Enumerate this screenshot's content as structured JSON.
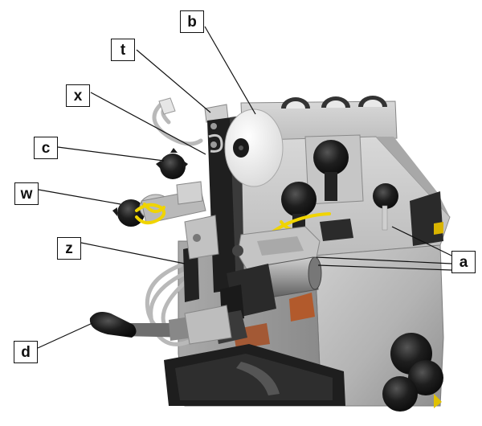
{
  "figure": {
    "subject": "machine-photo",
    "colors": {
      "background": "#ffffff",
      "machine_body": "#b7b7b7",
      "knob": "#1a1a1a",
      "rope": "#f0d400",
      "wheel": "#f4f4f4",
      "copper": "#b25a2c"
    }
  },
  "callouts": [
    {
      "id": "b",
      "text": "b"
    },
    {
      "id": "t",
      "text": "t"
    },
    {
      "id": "x",
      "text": "x"
    },
    {
      "id": "c",
      "text": "c"
    },
    {
      "id": "w",
      "text": "w"
    },
    {
      "id": "z",
      "text": "z"
    },
    {
      "id": "a",
      "text": "a"
    },
    {
      "id": "d",
      "text": "d"
    }
  ]
}
